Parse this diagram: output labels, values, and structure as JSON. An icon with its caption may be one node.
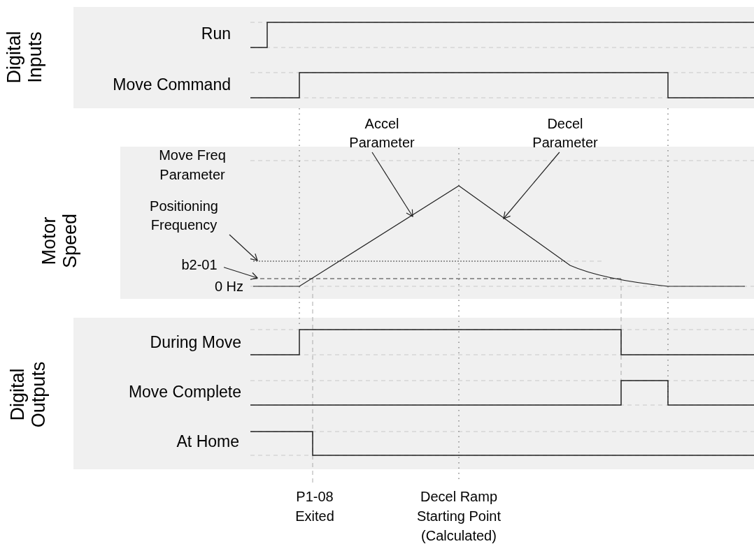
{
  "diagram": {
    "nodes": [
      {
        "text": [
          "Digital Inputs"
        ]
      },
      {
        "text": [
          "Motor Speed"
        ]
      },
      {
        "text": [
          "Digital Outputs"
        ]
      },
      {
        "text": [
          "Accel Parameter"
        ]
      },
      {
        "text": [
          "Decel Parameter"
        ]
      },
      {
        "text": [
          "Positioning Frequency"
        ],
        "in": 1
      },
      {
        "text": [
          "b2-01"
        ],
        "in": 1
      },
      {
        "text": [],
        "shape": "line",
        "in": 1
      },
      {
        "text": [],
        "shape": "line",
        "in": 1
      }
    ],
    "edges": [
      {
        "from": 3,
        "to": null,
        "arrow": "to"
      },
      {
        "from": 4,
        "to": null,
        "arrow": "to"
      },
      {
        "from": 5,
        "to": 7,
        "arrow": "to"
      },
      {
        "from": 6,
        "to": 8,
        "arrow": "to"
      }
    ],
    "labels": [
      "Run",
      "Move Command",
      "Move Freq Parameter",
      "0 Hz",
      "During Move",
      "Move Complete",
      "At Home",
      "P1-08 Exited",
      "Decel Ramp Starting Point (Calculated)"
    ]
  }
}
